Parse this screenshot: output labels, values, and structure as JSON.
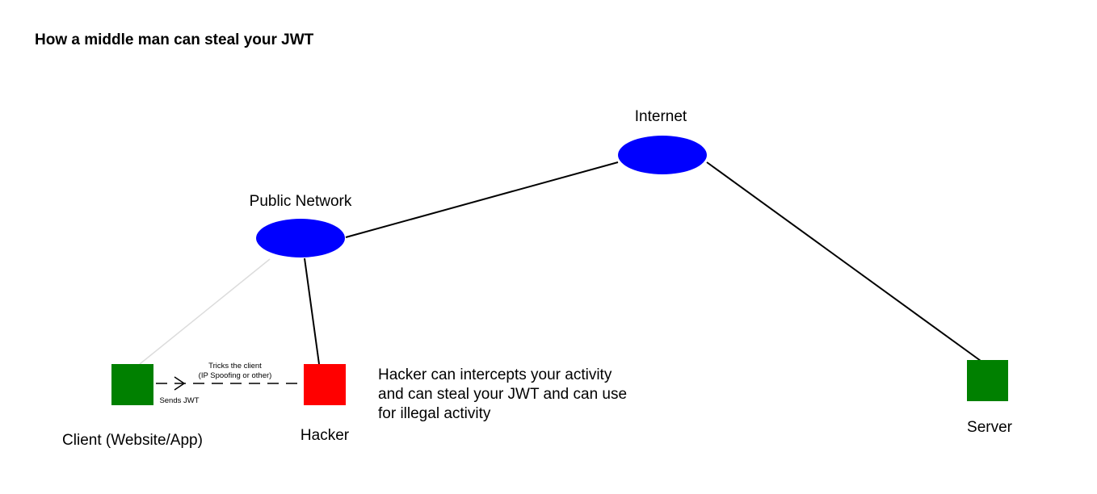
{
  "title": "How a middle man can steal your JWT",
  "colors": {
    "network": "#0000ff",
    "endpoint": "#008000",
    "attacker": "#ff0000",
    "link": "#000000",
    "faint_link": "#dcdcdc"
  },
  "nodes": {
    "internet": {
      "label": "Internet"
    },
    "public_network": {
      "label": "Public Network"
    },
    "client": {
      "label": "Client (Website/App)"
    },
    "hacker": {
      "label": "Hacker"
    },
    "server": {
      "label": "Server"
    }
  },
  "arrow": {
    "label_top_1": "Tricks the client",
    "label_top_2": "(IP Spoofing or other)",
    "label_bottom": "Sends JWT"
  },
  "note": {
    "lines": [
      "Hacker can intercepts your activity",
      "and can steal your JWT and can use",
      "for illegal activity"
    ]
  }
}
